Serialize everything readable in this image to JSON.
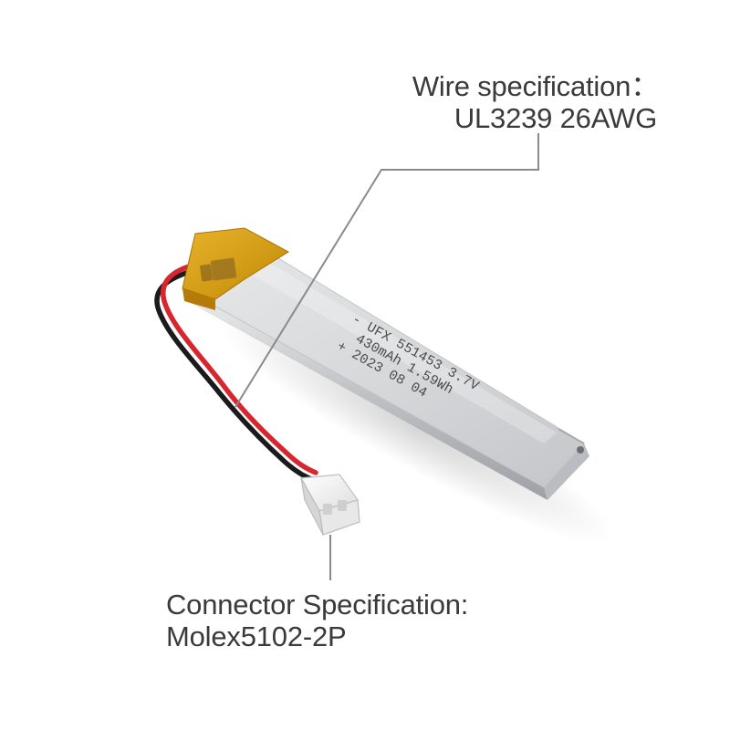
{
  "callouts": {
    "wire": {
      "label": "Wire specification：",
      "value": "UL3239   26AWG"
    },
    "connector": {
      "label": "Connector Specification:",
      "value": "Molex5102-2P"
    }
  },
  "battery": {
    "print_line1": "- UFX 551453 3.7V",
    "print_line2": "430mAh 1.59Wh",
    "print_line3": "+ 2023 08 04"
  },
  "colors": {
    "background": "#ffffff",
    "text": "#3a3a3a",
    "callout_line": "#8a8a8a",
    "battery_body": "#d4d6d8",
    "kapton_tape": "#d6a21c",
    "wire_red": "#d8262e",
    "wire_black": "#1b1b1b",
    "connector": "#f2f2f2"
  }
}
